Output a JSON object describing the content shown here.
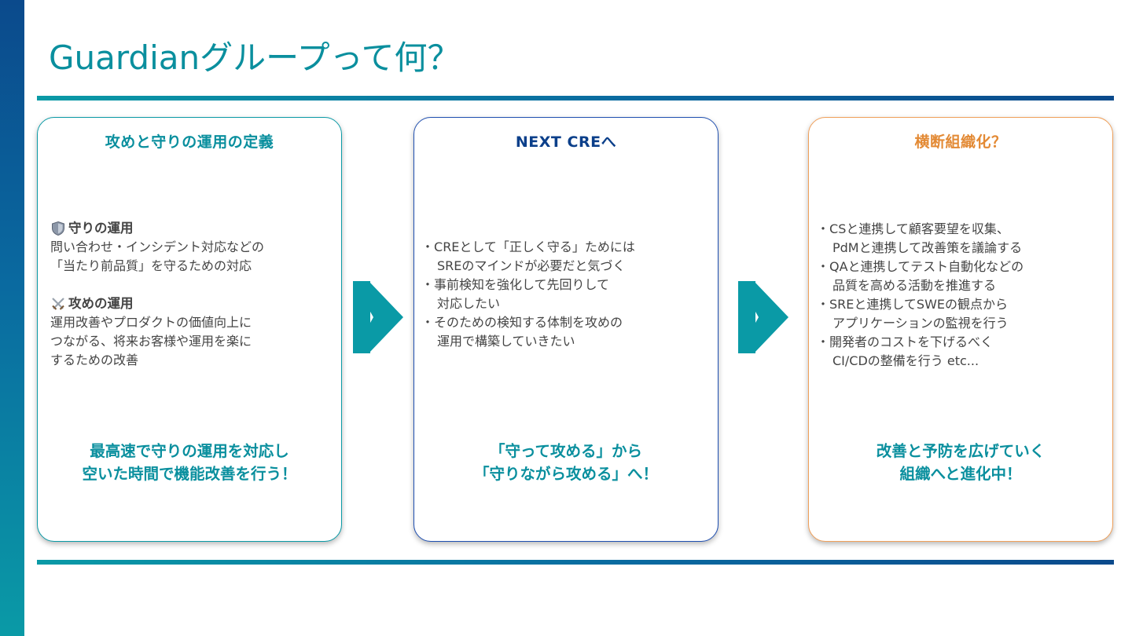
{
  "slide": {
    "title": "Guardianグループって何？"
  },
  "colors": {
    "accent_teal": "#0a9aa6",
    "accent_navy": "#0b4a8c",
    "accent_orange": "#e38a35"
  },
  "cards": [
    {
      "title": "攻めと守りの運用の定義",
      "sections": [
        {
          "icon": "shield-icon",
          "heading": "守りの運用",
          "lines": [
            "問い合わせ・インシデント対応などの",
            "「当たり前品質」を守るための対応"
          ]
        },
        {
          "icon": "crossed-swords-icon",
          "heading": "攻めの運用",
          "lines": [
            "運用改善やプロダクトの価値向上に",
            "つながる、将来お客様や運用を楽に",
            "するための改善"
          ]
        }
      ],
      "footer": [
        "最高速で守りの運用を対応し",
        "空いた時間で機能改善を行う！"
      ]
    },
    {
      "title": "NEXT CREへ",
      "bullets": [
        [
          "CREとして「正しく守る」ためには",
          "SREのマインドが必要だと気づく"
        ],
        [
          "事前検知を強化して先回りして",
          "対応したい"
        ],
        [
          "そのための検知する体制を攻めの",
          "運用で構築していきたい"
        ]
      ],
      "footer": [
        "「守って攻める」から",
        "「守りながら攻める」へ！"
      ]
    },
    {
      "title": "横断組織化？",
      "bullets": [
        [
          "CSと連携して顧客要望を収集、",
          "PdMと連携して改善策を議論する"
        ],
        [
          "QAと連携してテスト自動化などの",
          "品質を高める活動を推進する"
        ],
        [
          "SREと連携してSWEの観点から",
          "アプリケーションの監視を行う"
        ],
        [
          "開発者のコストを下げるべく",
          "CI/CDの整備を行う etc..."
        ]
      ],
      "footer": [
        "改善と予防を広げていく",
        "組織へと進化中！"
      ]
    }
  ]
}
